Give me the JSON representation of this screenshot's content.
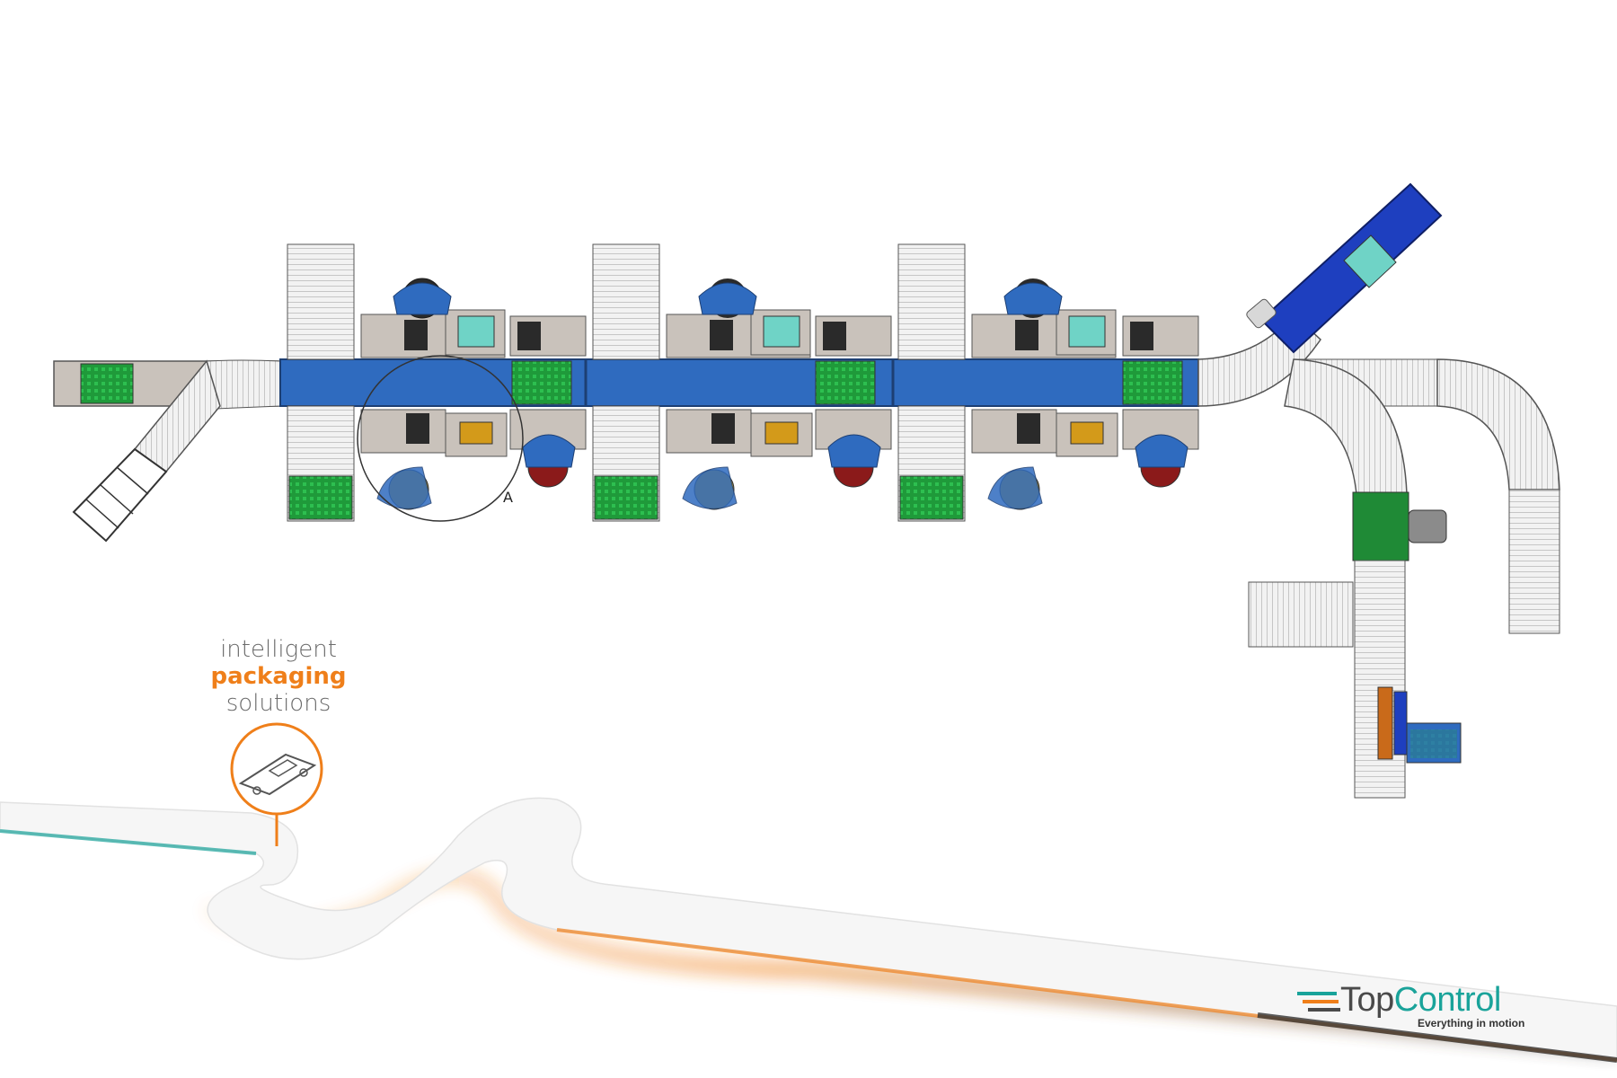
{
  "tagline": {
    "line1": "intelligent",
    "line2": "packaging",
    "line3": "solutions"
  },
  "brand": {
    "name_part1": "Top",
    "name_part2": "Control",
    "slogan": "Everything in motion"
  },
  "diagram": {
    "marker_label": "A"
  },
  "colors": {
    "conveyor_blue": "#2f6bbf",
    "green_pad": "#1f9a3a",
    "orange_accent": "#ef7f1a",
    "teal_accent": "#1aa39a",
    "table_gray": "#c9c2bb"
  },
  "icons": [
    "conveyor-icon",
    "brand-logo-mark"
  ]
}
